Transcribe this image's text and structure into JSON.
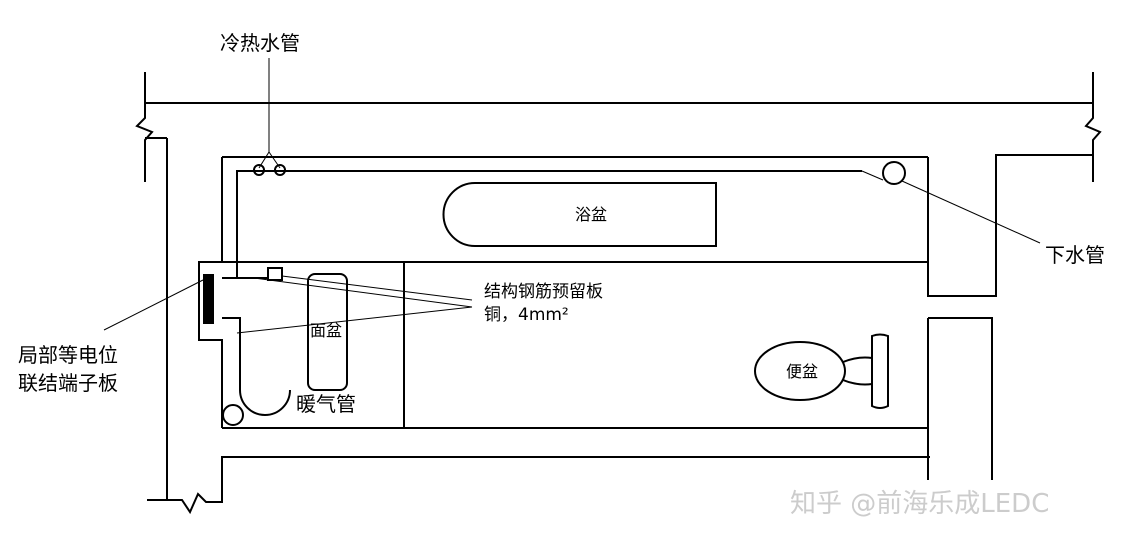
{
  "labels": {
    "cold_hot_water_pipe": "冷热水管",
    "bathtub": "浴盆",
    "drain_pipe": "下水管",
    "rebar_plate": "结构钢筋预留板",
    "copper_wire": "铜，4mm²",
    "washbasin": "面盆",
    "local_bonding_line1": "局部等电位",
    "local_bonding_line2": "联结端子板",
    "heating_pipe": "暖气管",
    "toilet": "便盆"
  },
  "watermark": "知乎 @前海乐成LEDC",
  "colors": {
    "line": "#000000",
    "watermark": "#cccccc",
    "background": "#ffffff"
  }
}
